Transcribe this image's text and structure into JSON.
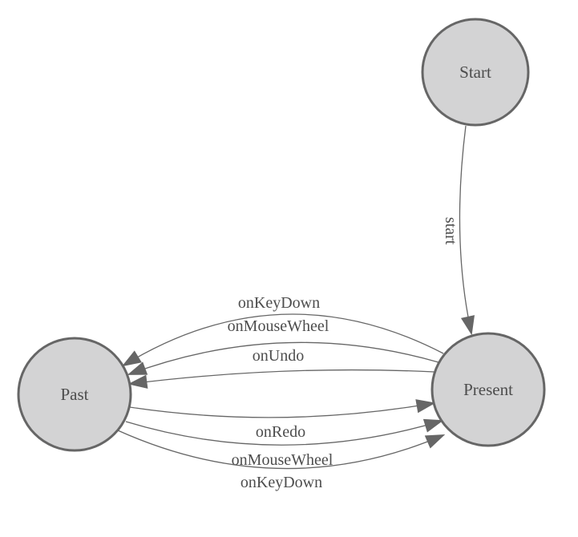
{
  "diagram": {
    "type": "finite-state-machine",
    "colors": {
      "node_fill": "#d3d3d4",
      "node_stroke": "#666666",
      "edge_stroke": "#666666",
      "label_text": "#4d4d4d",
      "background": "#ffffff"
    },
    "states": [
      {
        "id": "start",
        "label": "Start"
      },
      {
        "id": "past",
        "label": "Past"
      },
      {
        "id": "present",
        "label": "Present"
      }
    ],
    "transitions": [
      {
        "from": "start",
        "to": "present",
        "label": "start"
      },
      {
        "from": "present",
        "to": "past",
        "label": "onKeyDown"
      },
      {
        "from": "present",
        "to": "past",
        "label": "onMouseWheel"
      },
      {
        "from": "present",
        "to": "past",
        "label": "onUndo"
      },
      {
        "from": "past",
        "to": "present",
        "label": "onRedo"
      },
      {
        "from": "past",
        "to": "present",
        "label": "onMouseWheel"
      },
      {
        "from": "past",
        "to": "present",
        "label": "onKeyDown"
      }
    ]
  }
}
